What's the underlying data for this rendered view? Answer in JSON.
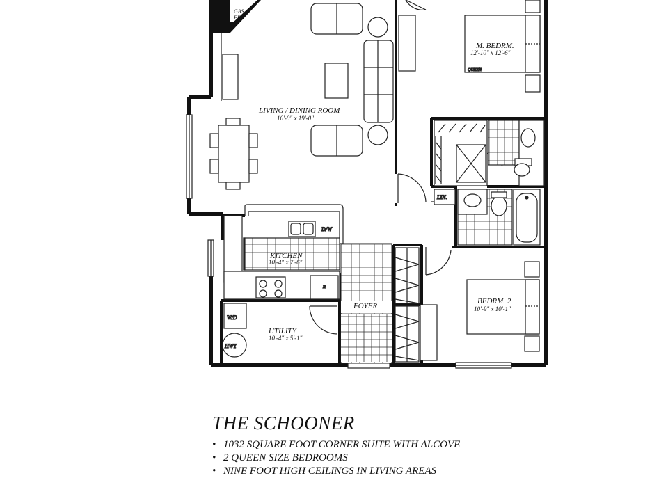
{
  "plan": {
    "rooms": {
      "living": {
        "name": "LIVING / DINING ROOM",
        "size": "16'-0\" x 19'-0\""
      },
      "master": {
        "name": "M. BEDRM.",
        "size": "12'-10\" x 12'-6\""
      },
      "bedroom2": {
        "name": "BEDRM. 2",
        "size": "10'-9\" x 10'-1\""
      },
      "kitchen": {
        "name": "KITCHEN",
        "size": "10'-4\" x 7'-6\""
      },
      "utility": {
        "name": "UTILITY",
        "size": "10'-4\" x 5'-1\""
      },
      "foyer": {
        "name": "FOYER"
      }
    },
    "fixtures": {
      "fireplace_line1": "GAS",
      "fireplace_line2": "FPL",
      "queen": "QUEEN",
      "linen": "LIN.",
      "dishwasher": "D/W",
      "washer_dryer": "W/D",
      "water_tank": "HWT",
      "fridge": "R"
    }
  },
  "title": "THE SCHOONER",
  "features": [
    "1032 SQUARE FOOT CORNER SUITE WITH ALCOVE",
    "2 QUEEN SIZE BEDROOMS",
    "NINE FOOT HIGH CEILINGS IN LIVING AREAS"
  ],
  "colors": {
    "wall": "#111111",
    "line": "#222222",
    "paper": "#ffffff"
  }
}
